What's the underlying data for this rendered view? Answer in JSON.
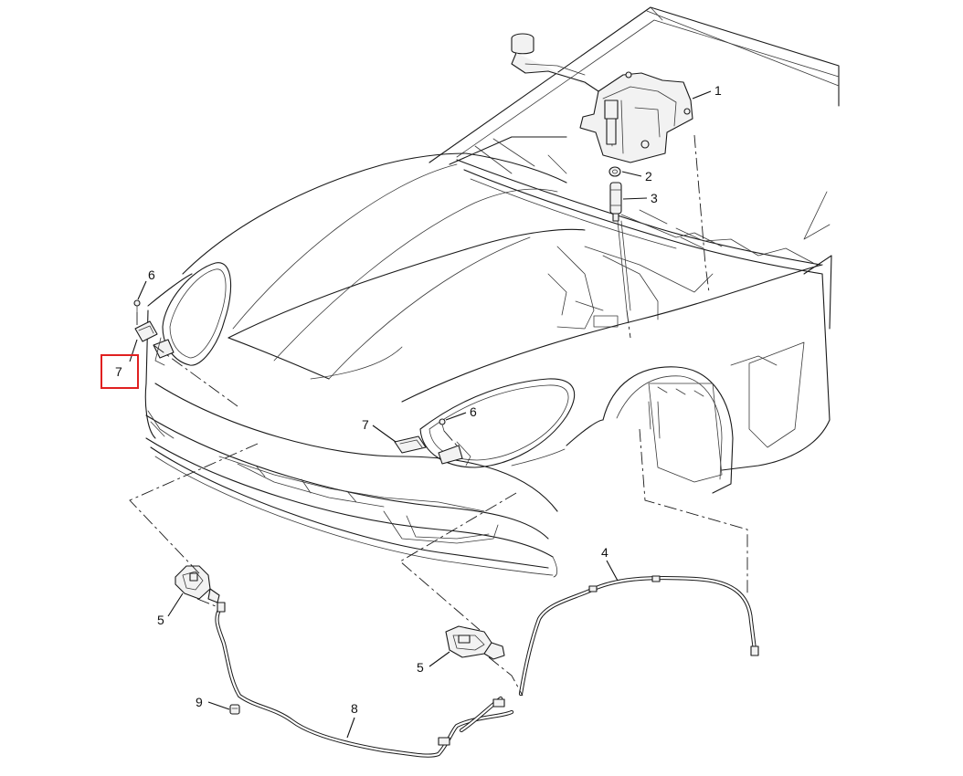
{
  "callouts": [
    {
      "id": "c1",
      "text": "1"
    },
    {
      "id": "c2",
      "text": "2"
    },
    {
      "id": "c3",
      "text": "3"
    },
    {
      "id": "c4",
      "text": "4"
    },
    {
      "id": "c5a",
      "text": "5"
    },
    {
      "id": "c5b",
      "text": "5"
    },
    {
      "id": "c6a",
      "text": "6"
    },
    {
      "id": "c6b",
      "text": "6"
    },
    {
      "id": "c7a",
      "text": "7"
    },
    {
      "id": "c7b",
      "text": "7"
    },
    {
      "id": "c8",
      "text": "8"
    },
    {
      "id": "c9",
      "text": "9"
    }
  ],
  "highlight": {
    "target": "c7a",
    "color": "#e02020"
  }
}
